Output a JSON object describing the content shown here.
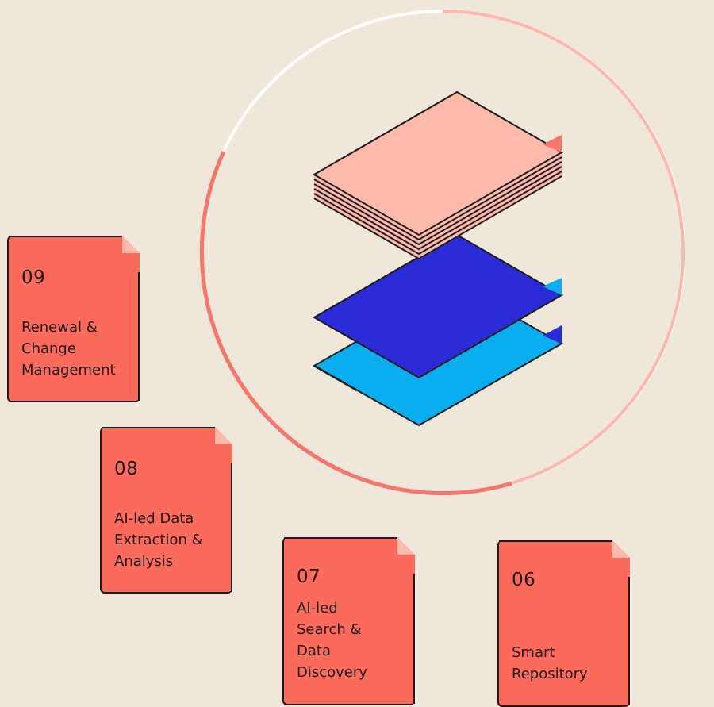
{
  "steps": [
    {
      "number": "09",
      "label": "Renewal &\nChange\nManagement"
    },
    {
      "number": "08",
      "label": "AI-led Data\nExtraction &\nAnalysis"
    },
    {
      "number": "07",
      "label": "AI-led\nSearch &\nData\nDiscovery"
    },
    {
      "number": "06",
      "label": "Smart\nRepository"
    }
  ],
  "colors": {
    "background": "#f0e7db",
    "card": "#fb6a5a",
    "ring_strong": "#f7756a",
    "ring_light": "#fbb9ad",
    "ring_white": "#ffffff",
    "stack_top": "#fdb9aa",
    "stack_middle": "#2a2bd6",
    "stack_bottom": "#0aaeef",
    "outline": "#1d1d1d"
  },
  "icons": {
    "center": "document-layers-stack-icon",
    "card_corner": "folded-corner-icon"
  }
}
